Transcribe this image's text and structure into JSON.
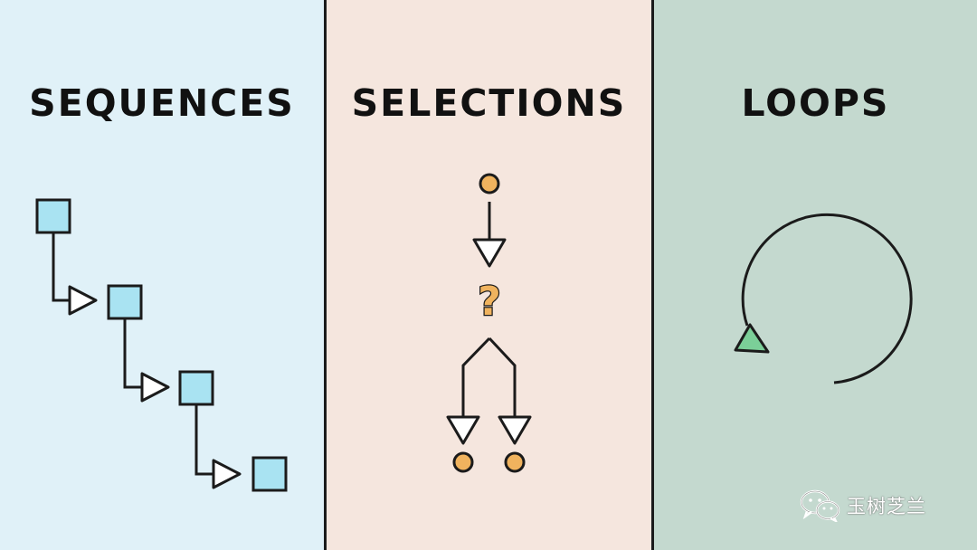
{
  "panels": [
    {
      "title": "SEQUENCES",
      "background": "#e0f1f8"
    },
    {
      "title": "SELECTIONS",
      "background": "#f5e6de"
    },
    {
      "title": "LOOPS",
      "background": "#c4d9cf"
    }
  ],
  "colors": {
    "sequence_box": "#a9e3f2",
    "selection_node": "#f0b35e",
    "loop_arrow": "#7bcf98",
    "stroke": "#1b1b1b"
  },
  "selection": {
    "question_mark": "?"
  },
  "watermark": {
    "icon": "wechat-icon",
    "text": "玉树芝兰"
  }
}
